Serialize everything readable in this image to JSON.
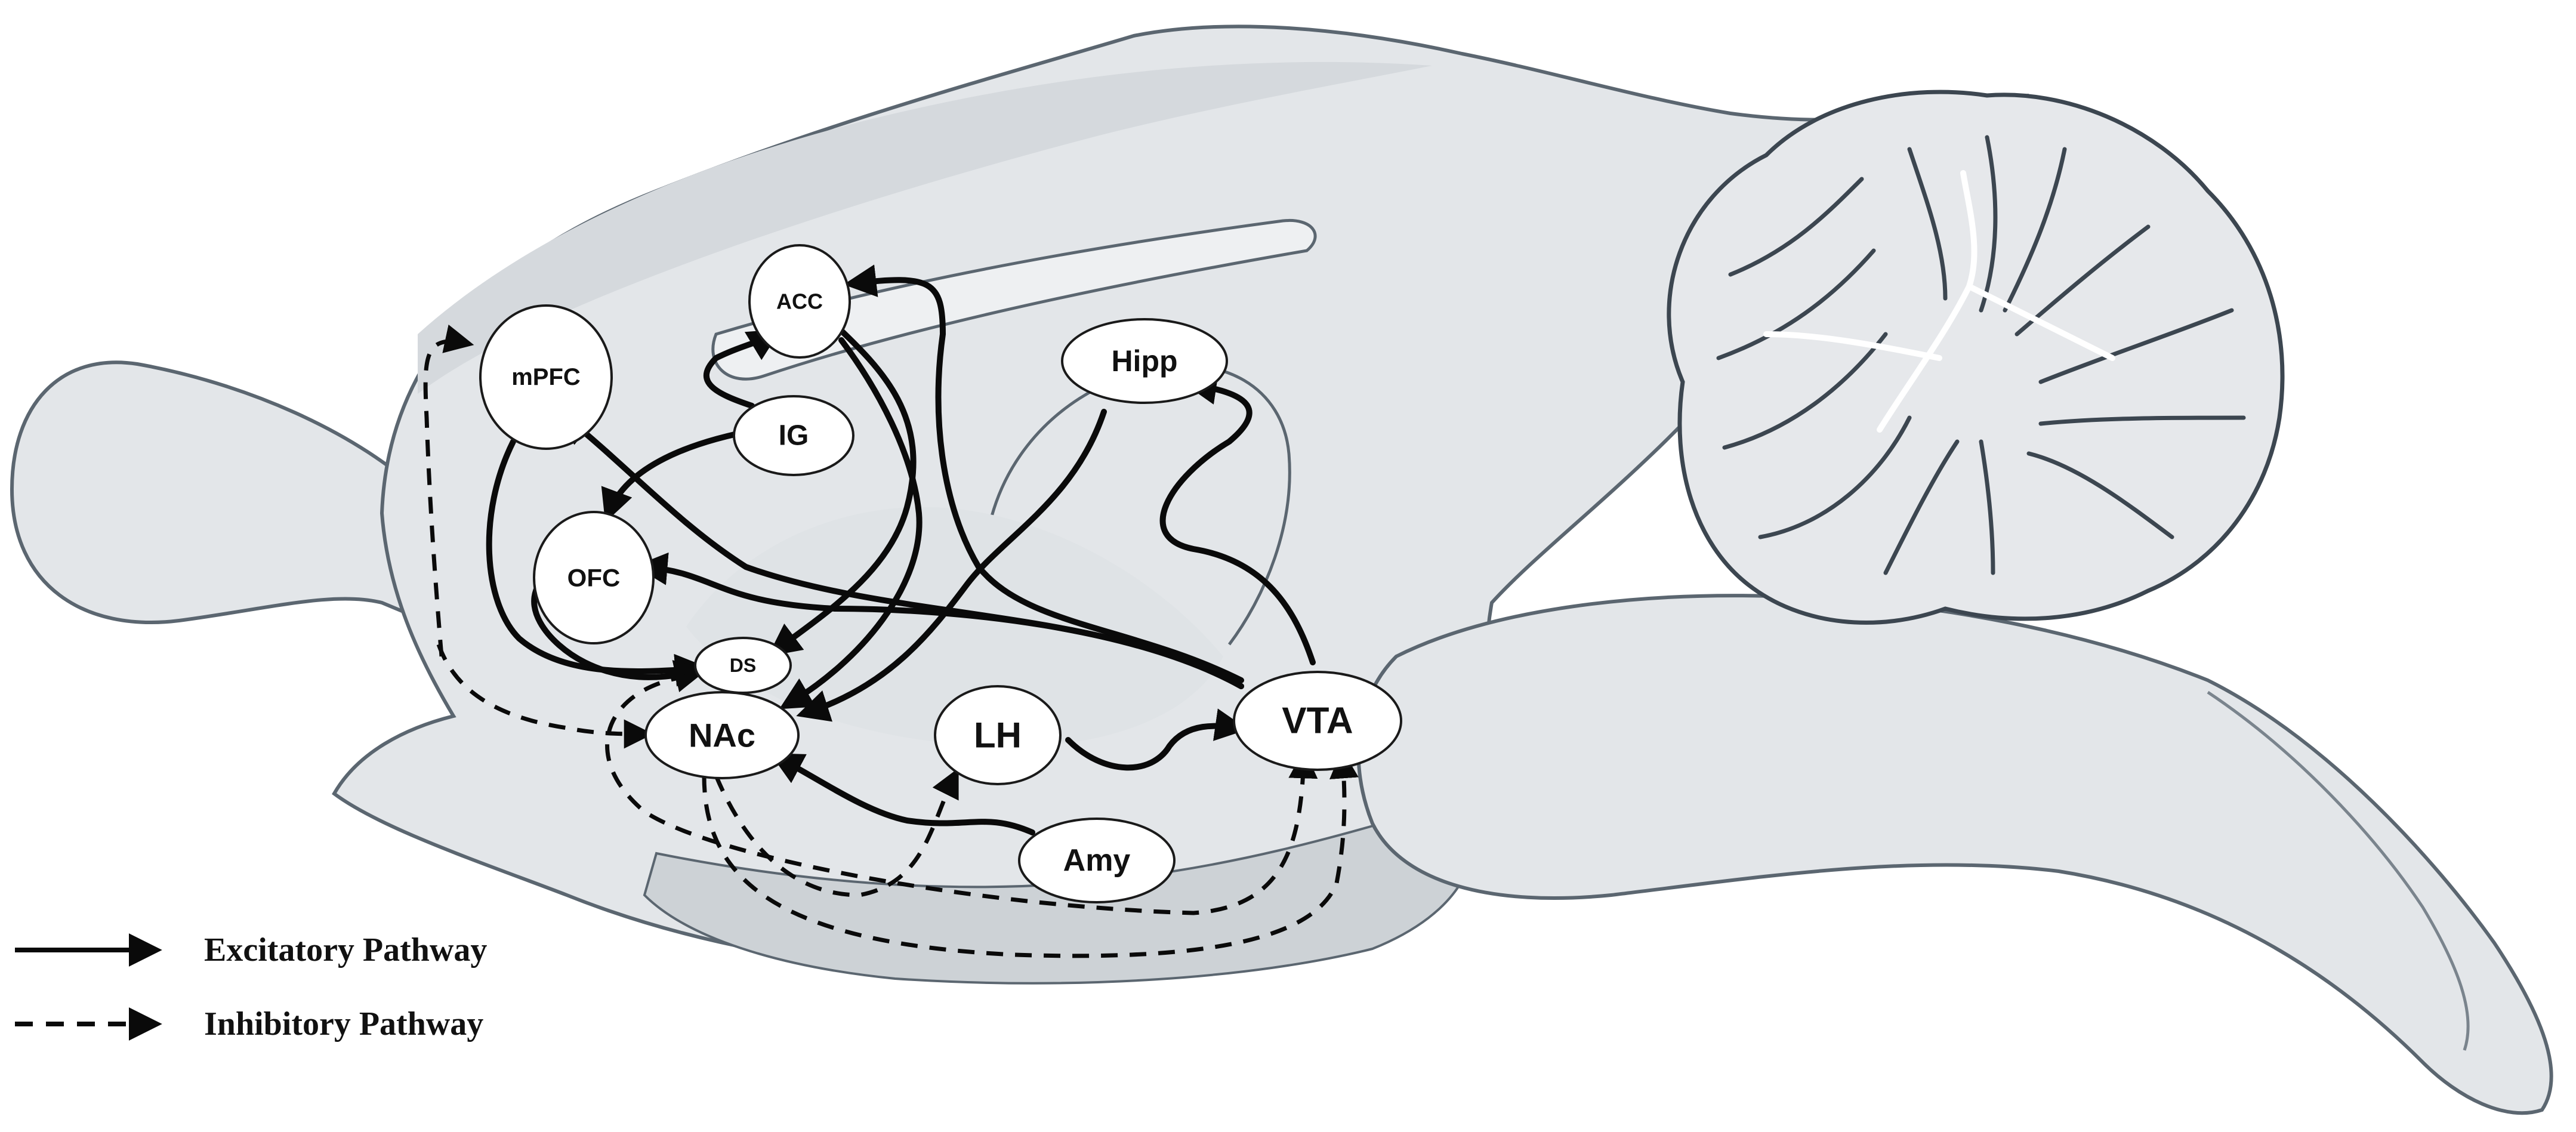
{
  "regions": [
    {
      "id": "mPFC",
      "label": "mPFC"
    },
    {
      "id": "ACC",
      "label": "ACC"
    },
    {
      "id": "IG",
      "label": "IG"
    },
    {
      "id": "Hipp",
      "label": "Hipp"
    },
    {
      "id": "OFC",
      "label": "OFC"
    },
    {
      "id": "DS",
      "label": "DS"
    },
    {
      "id": "NAc",
      "label": "NAc"
    },
    {
      "id": "LH",
      "label": "LH"
    },
    {
      "id": "VTA",
      "label": "VTA"
    },
    {
      "id": "Amy",
      "label": "Amy"
    }
  ],
  "legend": {
    "excitatory_label": "Excitatory Pathway",
    "inhibitory_label": "Inhibitory Pathway"
  },
  "colors": {
    "brain_fill": "#e3e6e9",
    "brain_shade": "#cdd2d6",
    "brain_outline": "#5b6670",
    "cerebellum_line": "#3c4650",
    "arrow": "#0a0a0a"
  }
}
